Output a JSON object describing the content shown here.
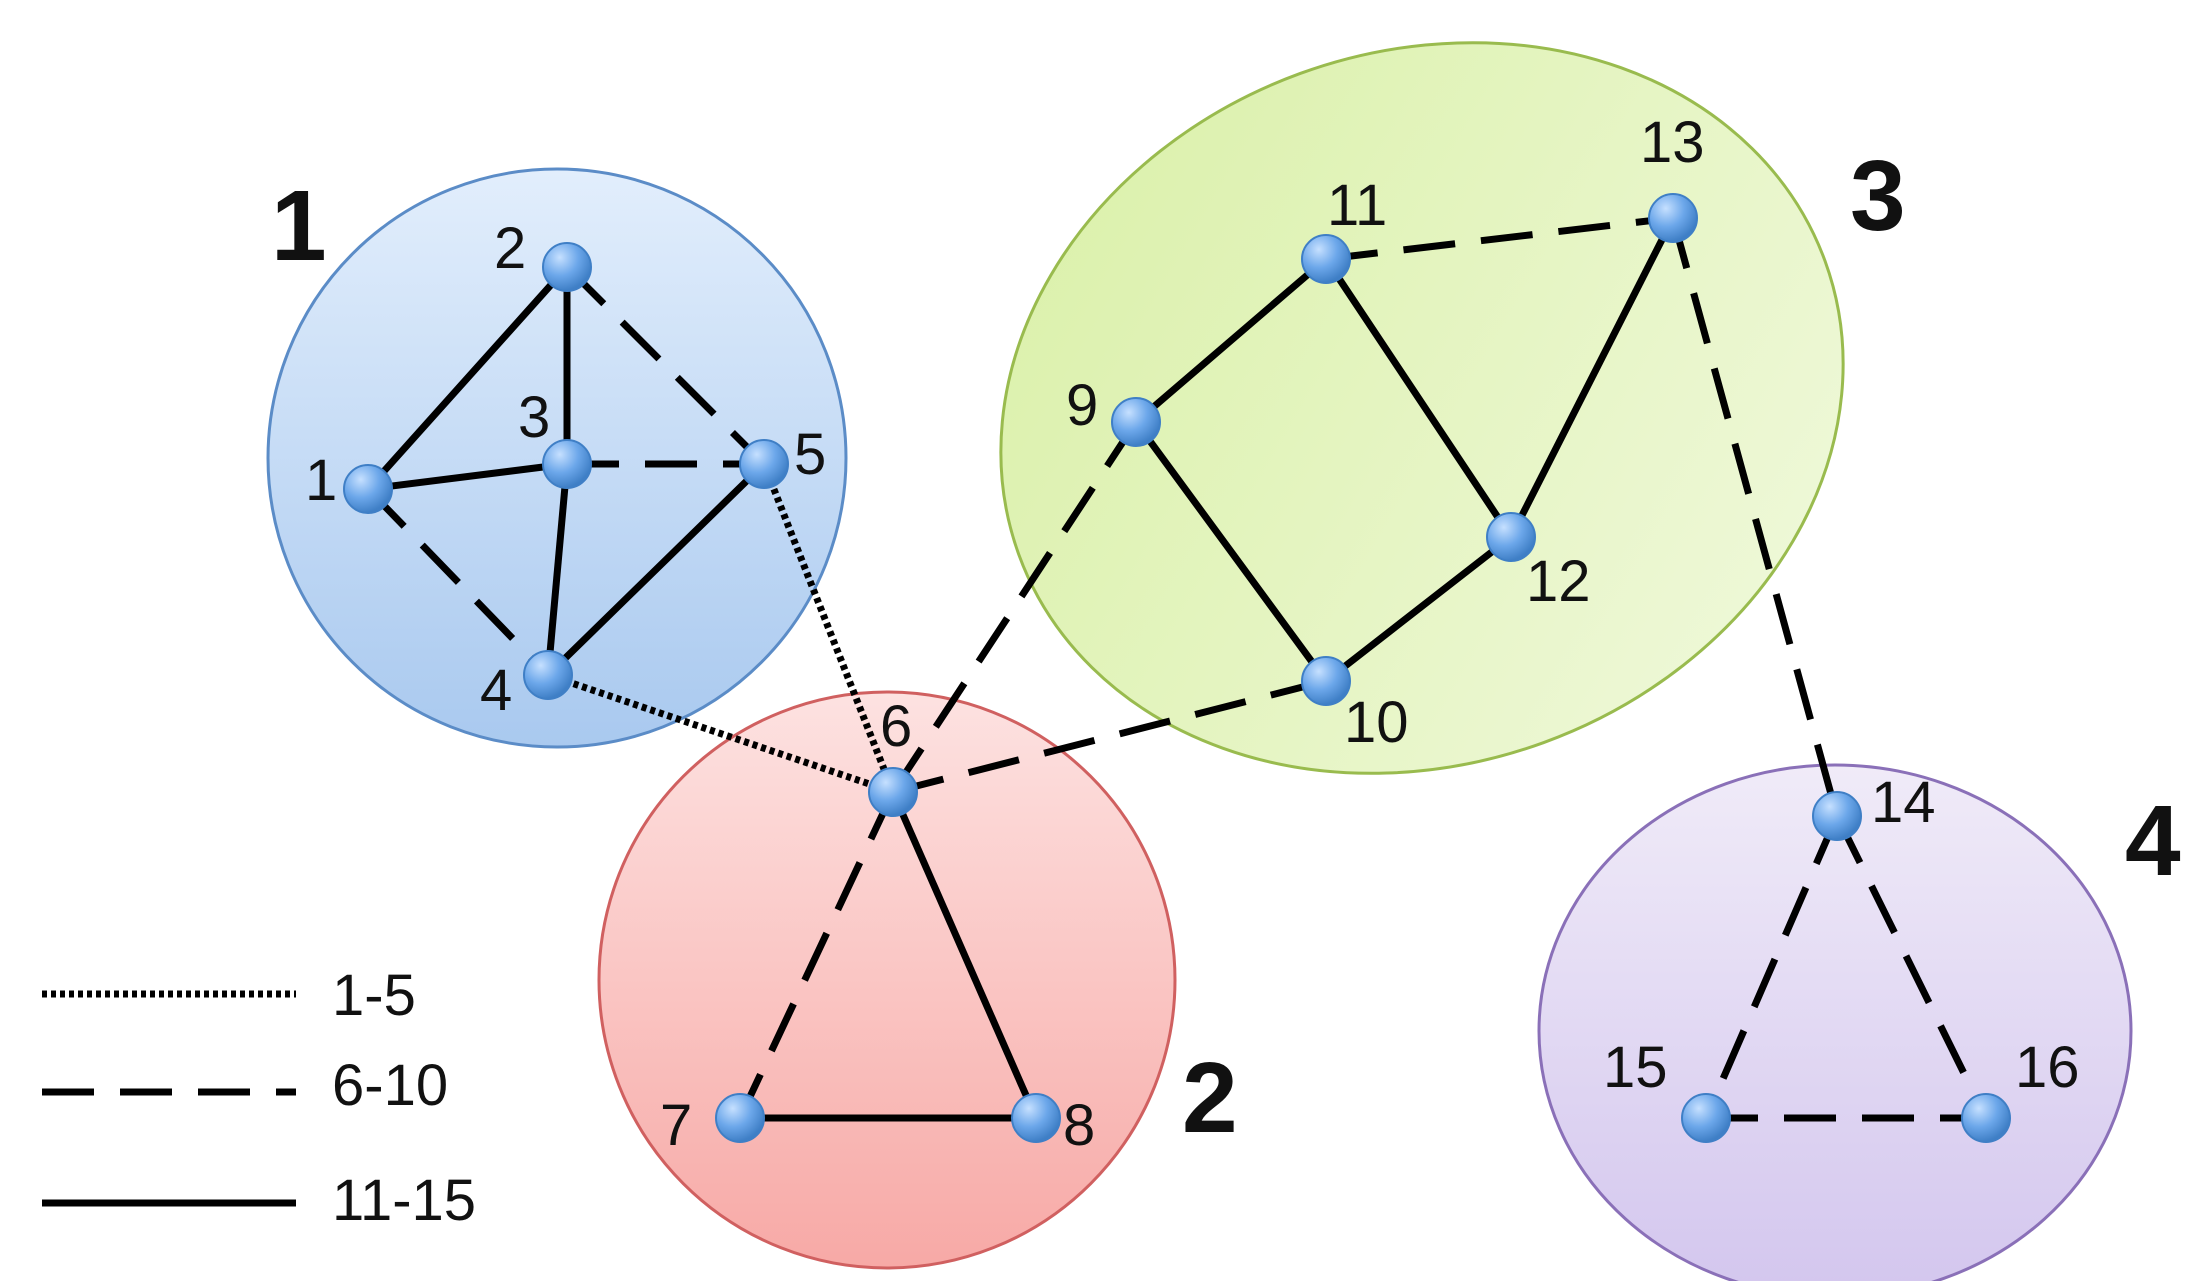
{
  "groups": [
    {
      "id": "g1",
      "label": "1",
      "color": "#9ec3ee",
      "stroke": "#5b8cc7"
    },
    {
      "id": "g2",
      "label": "2",
      "color": "#f6a9a7",
      "stroke": "#d06060"
    },
    {
      "id": "g3",
      "label": "3",
      "color": "#dff2b6",
      "stroke": "#99bb4e"
    },
    {
      "id": "g4",
      "label": "4",
      "color": "#dccff0",
      "stroke": "#8a70b8"
    }
  ],
  "nodes": [
    "1",
    "2",
    "3",
    "4",
    "5",
    "6",
    "7",
    "8",
    "9",
    "10",
    "11",
    "12",
    "13",
    "14",
    "15",
    "16"
  ],
  "edges": [
    {
      "from": "1",
      "to": "2",
      "style": "solid"
    },
    {
      "from": "1",
      "to": "3",
      "style": "solid"
    },
    {
      "from": "2",
      "to": "3",
      "style": "solid"
    },
    {
      "from": "3",
      "to": "4",
      "style": "solid"
    },
    {
      "from": "4",
      "to": "5",
      "style": "solid"
    },
    {
      "from": "1",
      "to": "4",
      "style": "dashed"
    },
    {
      "from": "2",
      "to": "5",
      "style": "dashed"
    },
    {
      "from": "3",
      "to": "5",
      "style": "dashed"
    },
    {
      "from": "5",
      "to": "6",
      "style": "dotted"
    },
    {
      "from": "4",
      "to": "6",
      "style": "dotted"
    },
    {
      "from": "6",
      "to": "7",
      "style": "dashed"
    },
    {
      "from": "6",
      "to": "8",
      "style": "solid"
    },
    {
      "from": "7",
      "to": "8",
      "style": "solid"
    },
    {
      "from": "6",
      "to": "9",
      "style": "dashed"
    },
    {
      "from": "6",
      "to": "10",
      "style": "dashed"
    },
    {
      "from": "9",
      "to": "11",
      "style": "solid"
    },
    {
      "from": "9",
      "to": "10",
      "style": "solid"
    },
    {
      "from": "11",
      "to": "12",
      "style": "solid"
    },
    {
      "from": "10",
      "to": "12",
      "style": "solid"
    },
    {
      "from": "12",
      "to": "13",
      "style": "solid"
    },
    {
      "from": "11",
      "to": "13",
      "style": "dashed"
    },
    {
      "from": "13",
      "to": "14",
      "style": "dashed"
    },
    {
      "from": "14",
      "to": "15",
      "style": "dashed"
    },
    {
      "from": "14",
      "to": "16",
      "style": "dashed"
    },
    {
      "from": "15",
      "to": "16",
      "style": "dashed"
    }
  ],
  "legend": [
    {
      "style": "dotted",
      "label": "1-5"
    },
    {
      "style": "dashed",
      "label": "6-10"
    },
    {
      "style": "solid",
      "label": "11-15"
    }
  ],
  "colors": {
    "node_fill": "#5b9de2",
    "node_stroke": "#3f7fc6",
    "edge": "#000000"
  }
}
